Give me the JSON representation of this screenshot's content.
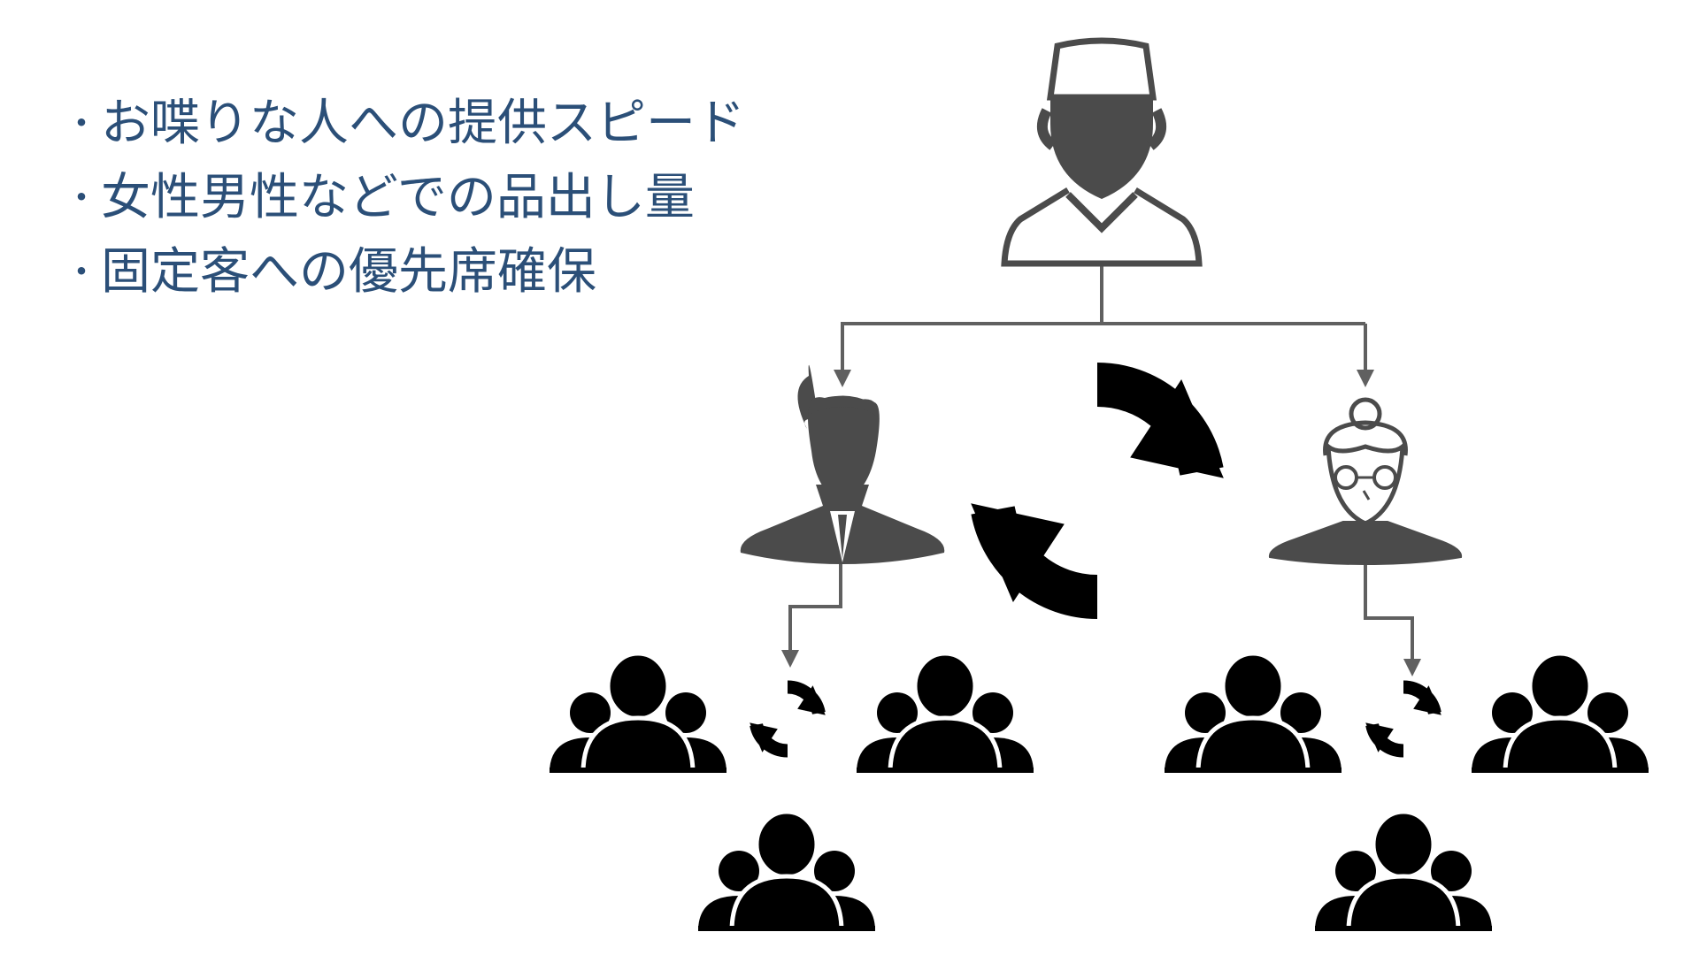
{
  "bullets": {
    "marker": "・",
    "items": [
      "お喋りな人への提供スピード",
      "女性男性などでの品出し量",
      "固定客への優先席確保"
    ]
  },
  "diagram": {
    "nodes": [
      {
        "id": "chef",
        "icon": "chef-icon"
      },
      {
        "id": "man",
        "icon": "businessman-icon"
      },
      {
        "id": "woman",
        "icon": "elderly-woman-icon"
      },
      {
        "id": "groups-left",
        "icon": "people-group-icon",
        "count": 3
      },
      {
        "id": "groups-right",
        "icon": "people-group-icon",
        "count": 3
      }
    ],
    "cycle_icons": [
      "refresh-icon-main",
      "refresh-icon-left",
      "refresh-icon-right"
    ]
  },
  "colors": {
    "text": "#2b4f78",
    "icon_dark": "#4b4b4b",
    "icon_black": "#000000",
    "connector": "#606060"
  }
}
